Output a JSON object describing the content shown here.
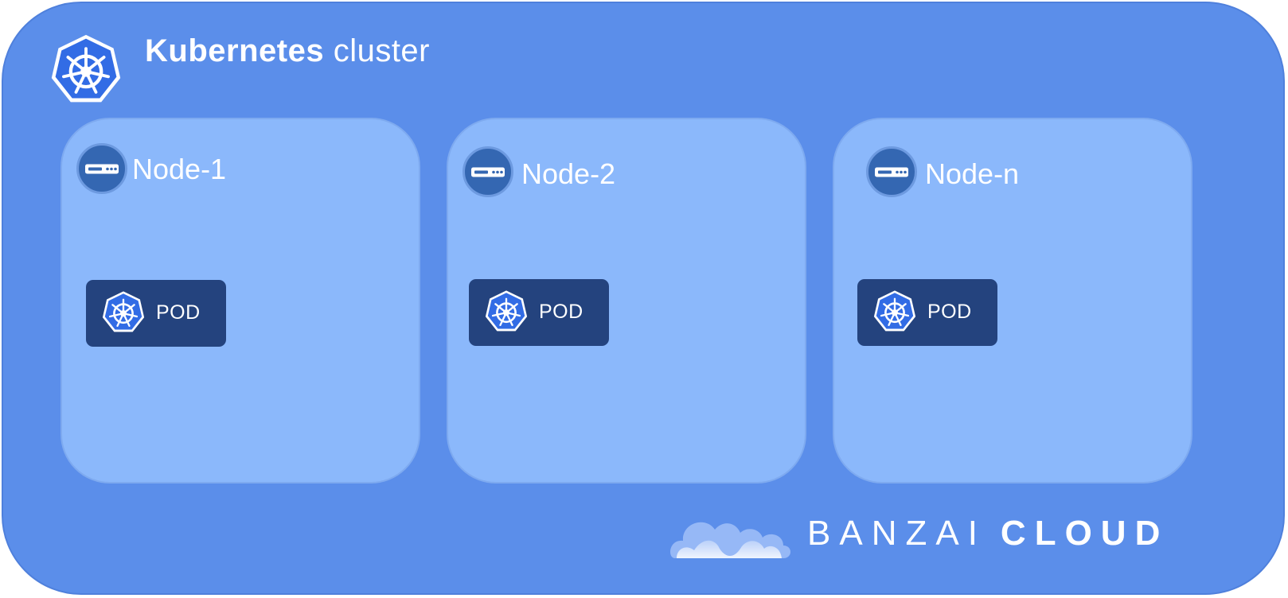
{
  "cluster": {
    "title_bold": "Kubernetes",
    "title_light": "cluster",
    "logo_icon": "kubernetes-helm-icon"
  },
  "nodes": [
    {
      "label": "Node-1",
      "icon": "server-icon",
      "pod": {
        "label": "POD",
        "icon": "kubernetes-helm-icon"
      }
    },
    {
      "label": "Node-2",
      "icon": "server-icon",
      "pod": {
        "label": "POD",
        "icon": "kubernetes-helm-icon"
      }
    },
    {
      "label": "Node-n",
      "icon": "server-icon",
      "pod": {
        "label": "POD",
        "icon": "kubernetes-helm-icon"
      }
    }
  ],
  "brand": {
    "word1": "BANZAI",
    "word2": "CLOUD",
    "icon": "cloud-logo-icon"
  },
  "colors": {
    "cluster_bg": "#5b8eea",
    "node_bg": "#8bb8fb",
    "pod_bg": "#24437e",
    "k8s_blue": "#326ce5",
    "server_circle": "#3467b2"
  }
}
